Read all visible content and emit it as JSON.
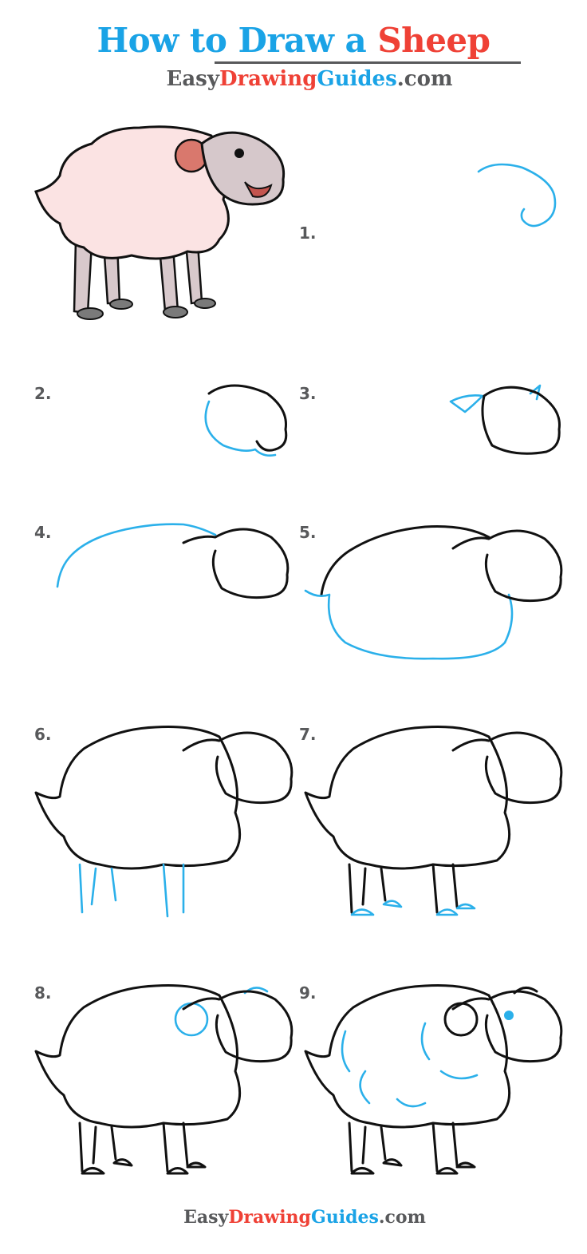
{
  "header": {
    "title_part1": "How to Draw a ",
    "title_part2": "Sheep",
    "brand": {
      "part1": "Easy",
      "part2": "Drawing",
      "part3": "Guides",
      "part4": ".com"
    }
  },
  "footer": {
    "brand": {
      "part1": "Easy",
      "part2": "Drawing",
      "part3": "Guides",
      "part4": ".com"
    }
  },
  "colors": {
    "blue": "#1aa3e6",
    "red": "#ef4136",
    "gray": "#58595b",
    "wool": "#fbe3e3",
    "face": "#d6c8cb",
    "horn": "#d9786d",
    "hoof": "#7a7a7a"
  },
  "steps": [
    {
      "label": "1."
    },
    {
      "label": "2."
    },
    {
      "label": "3."
    },
    {
      "label": "4."
    },
    {
      "label": "5."
    },
    {
      "label": "6."
    },
    {
      "label": "7."
    },
    {
      "label": "8."
    },
    {
      "label": "9."
    }
  ]
}
